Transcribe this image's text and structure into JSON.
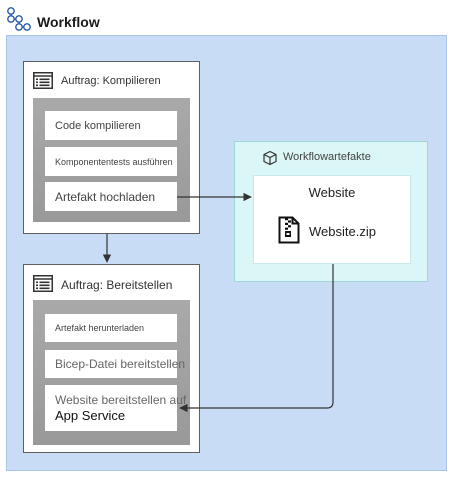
{
  "header": {
    "title": "Workflow",
    "icon": "workflow-icon"
  },
  "jobs": [
    {
      "title": "Auftrag: Kompilieren",
      "icon": "job-list-icon",
      "steps": [
        "Code kompilieren",
        "Komponententests ausführen",
        "Artefakt hochladen"
      ]
    },
    {
      "title": "Auftrag: Bereitstellen",
      "icon": "job-list-icon",
      "steps": [
        "Artefakt herunterladen",
        "Bicep-Datei bereitstellen",
        "Website bereitstellen auf",
        "App Service"
      ]
    }
  ],
  "artifacts": {
    "title": "Workflowartefakte",
    "icon": "package-icon",
    "artifact_name": "Website",
    "file_name": "Website.zip",
    "file_icon": "zip-file-icon"
  },
  "colors": {
    "workflow_bg": "#c8dcf6",
    "artifacts_bg": "#dbf6f6",
    "steps_bg": "#a9a9a9",
    "arrow": "#333333"
  }
}
